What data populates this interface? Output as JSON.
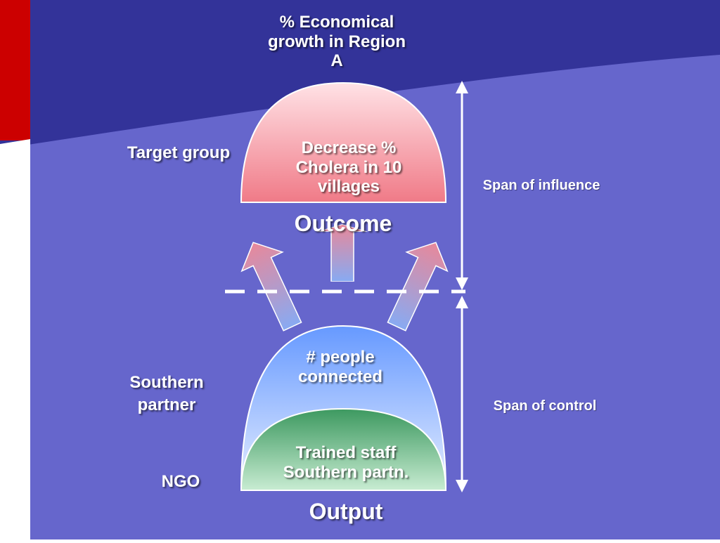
{
  "colors": {
    "background": "#6666cc",
    "banner": "#333399",
    "accent_bar": "#cc0000",
    "outcome_dome": "#f07a87",
    "people_dome": "#6699ff",
    "staff_dome": "#3d9960"
  },
  "labels": {
    "top_goal": [
      "% Economical",
      "growth in Region",
      "A"
    ],
    "target_group": "Target group",
    "outcome_dome": [
      "Decrease %",
      "Cholera in 10",
      "villages"
    ],
    "outcome": "Outcome",
    "span_influence": "Span of influence",
    "people_dome": [
      "# people",
      "connected"
    ],
    "southern_partner": [
      "Southern",
      "partner"
    ],
    "span_control": "Span of control",
    "staff_dome": [
      "Trained staff",
      "Southern partn."
    ],
    "ngo": "NGO",
    "output": "Output"
  }
}
